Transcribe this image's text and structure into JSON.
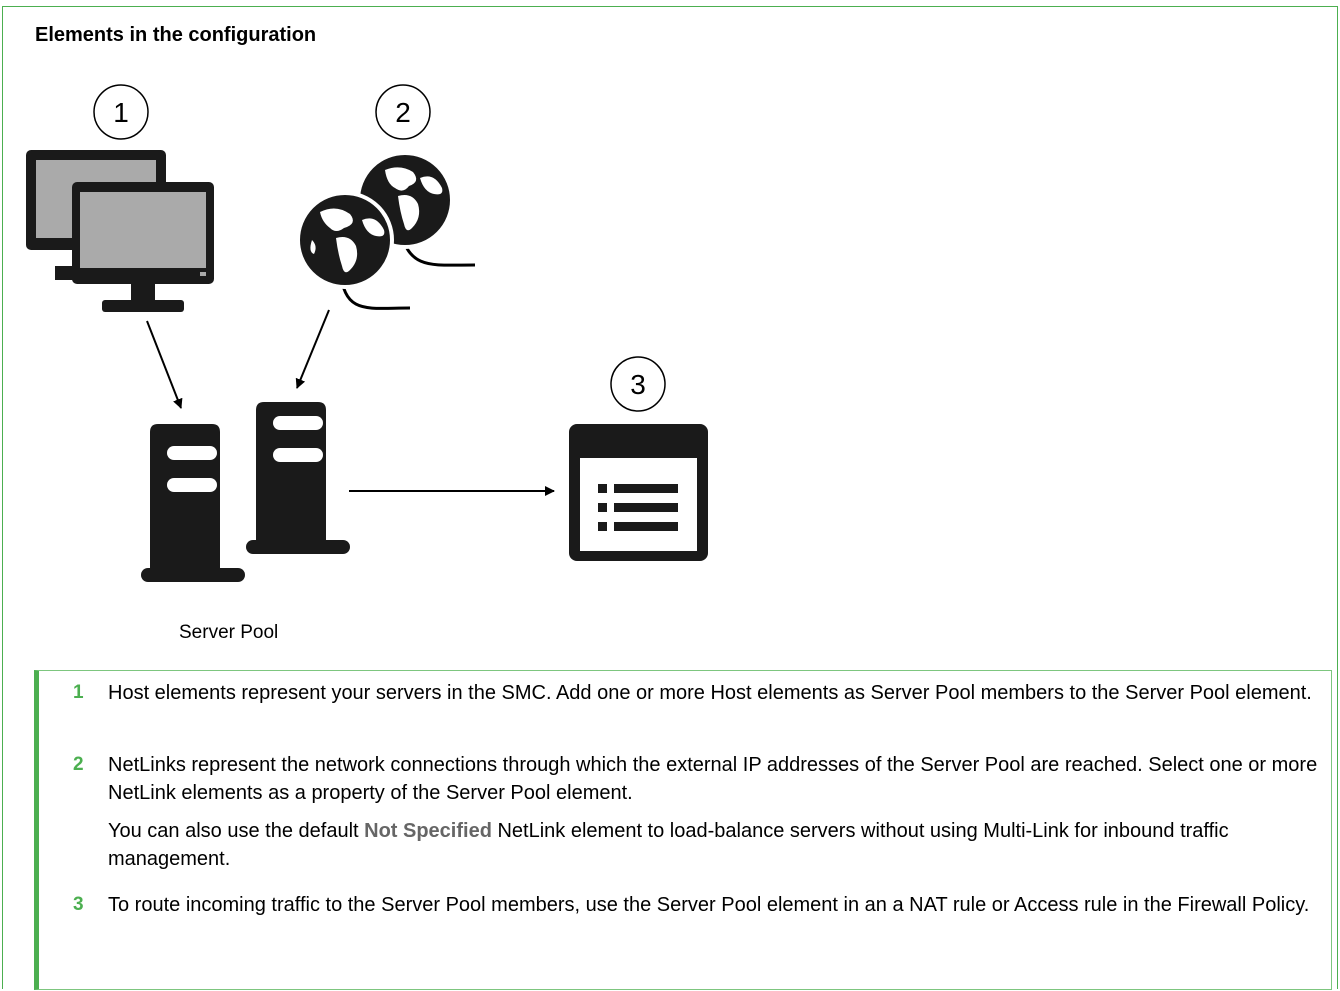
{
  "title": "Elements in the configuration",
  "diagram": {
    "callouts": [
      "1",
      "2",
      "3"
    ],
    "server_pool_label": "Server Pool",
    "colors": {
      "icon": "#1a1a1a",
      "screen": "#aaaaaa",
      "accent": "#4caf50"
    }
  },
  "legend": {
    "items": [
      {
        "number": "1",
        "text": "Host elements represent your servers in the SMC. Add one or more Host elements as Server Pool members to the Server Pool element."
      },
      {
        "number": "2",
        "text": "NetLinks represent the network connections through which the external IP addresses of the Server Pool are reached. Select one or more NetLink elements as a property of the Server Pool element.",
        "note_pre": "You can also use the default ",
        "note_bold": "Not Specified",
        "note_post": " NetLink element to load-balance servers without using Multi-Link for inbound traffic management."
      },
      {
        "number": "3",
        "text": "To route incoming traffic to the Server Pool members, use the Server Pool element in an a NAT rule or Access rule in the Firewall Policy."
      }
    ]
  }
}
